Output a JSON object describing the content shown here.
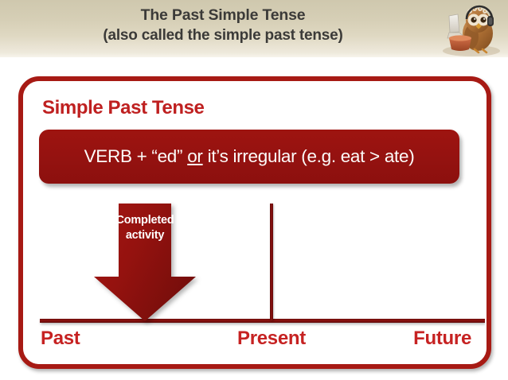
{
  "header": {
    "title_line1": "The Past Simple Tense",
    "title_line2": "(also called the simple past tense)",
    "owl_icon": "owl-with-headphones-laptop-figurine",
    "background_top": "#cfc8ae",
    "background_bottom": "#f7f4ec",
    "text_color": "#3b3a38"
  },
  "panel": {
    "heading": "Simple Past Tense",
    "heading_color": "#bf2020",
    "frame_color": "#a71a14",
    "rule": {
      "part1": "VERB + “ed”",
      "emphasis": "or",
      "part2": "it’s irregular (e.g. eat > ate)",
      "background": "#951210",
      "text_color": "#fdfcfa"
    },
    "arrow": {
      "label_line1": "Completed",
      "label_line2": "activity",
      "fill_top": "#9e1410",
      "fill_bottom": "#7c0f0c",
      "direction": "down"
    },
    "timeline": {
      "line_color": "#8d1210",
      "labels": [
        {
          "name": "past",
          "text": "Past"
        },
        {
          "name": "present",
          "text": "Present"
        },
        {
          "name": "future",
          "text": "Future"
        }
      ],
      "label_color": "#c62222"
    }
  }
}
